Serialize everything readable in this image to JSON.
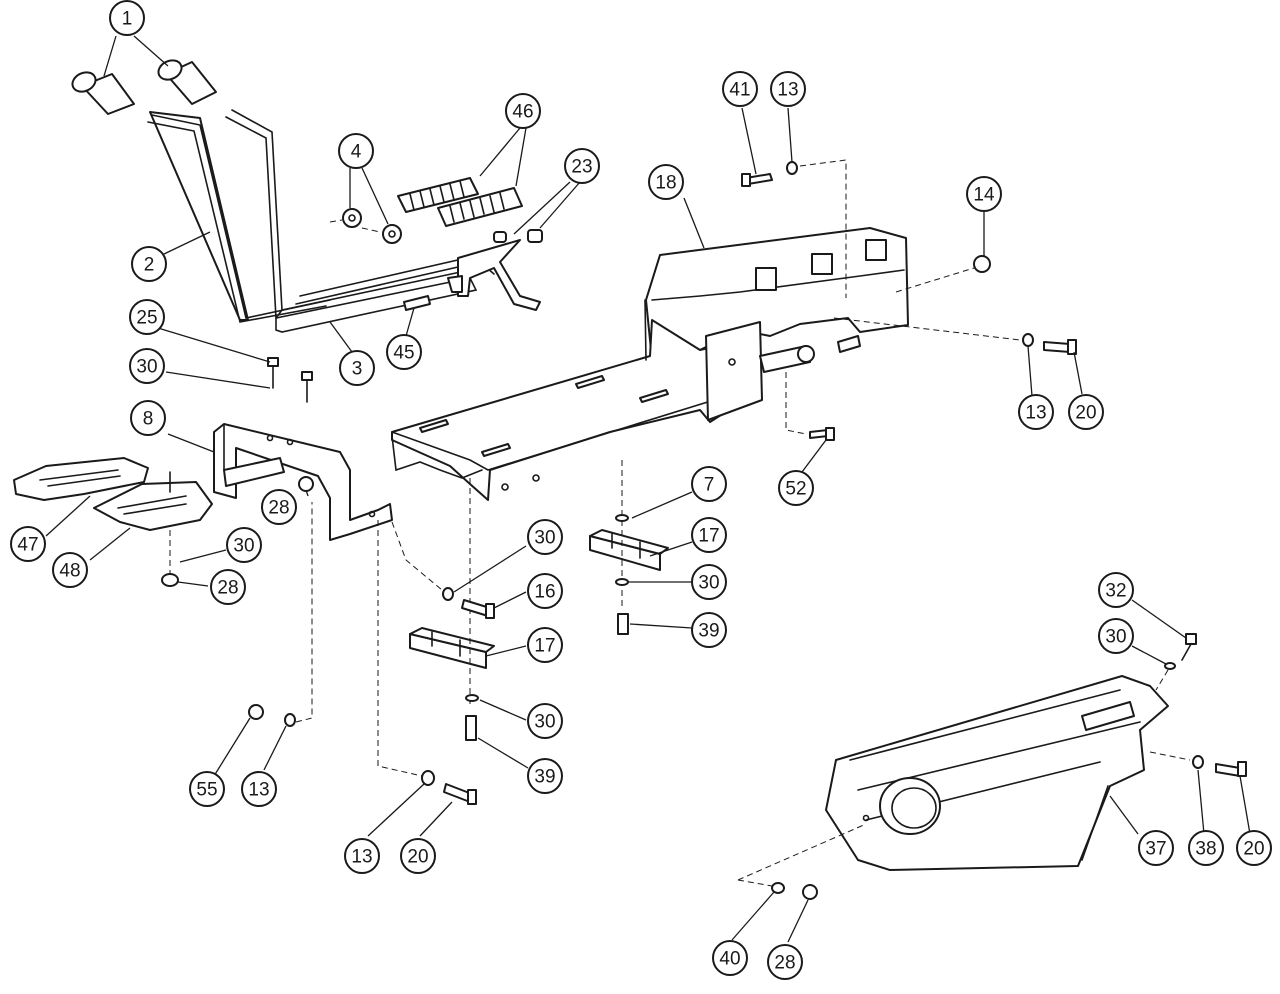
{
  "diagram": {
    "background": "#ffffff",
    "ink": "#1a1a1a",
    "callouts": [
      {
        "id": "c1",
        "label": "1"
      },
      {
        "id": "c2",
        "label": "2"
      },
      {
        "id": "c3",
        "label": "3"
      },
      {
        "id": "c4",
        "label": "4"
      },
      {
        "id": "c46",
        "label": "46"
      },
      {
        "id": "c23",
        "label": "23"
      },
      {
        "id": "c45",
        "label": "45"
      },
      {
        "id": "c25",
        "label": "25"
      },
      {
        "id": "c30a",
        "label": "30"
      },
      {
        "id": "c8",
        "label": "8"
      },
      {
        "id": "c28a",
        "label": "28"
      },
      {
        "id": "c47",
        "label": "47"
      },
      {
        "id": "c48",
        "label": "48"
      },
      {
        "id": "c30b",
        "label": "30"
      },
      {
        "id": "c28b",
        "label": "28"
      },
      {
        "id": "c41",
        "label": "41"
      },
      {
        "id": "c13a",
        "label": "13"
      },
      {
        "id": "c18",
        "label": "18"
      },
      {
        "id": "c14",
        "label": "14"
      },
      {
        "id": "c13b",
        "label": "13"
      },
      {
        "id": "c20a",
        "label": "20"
      },
      {
        "id": "c52",
        "label": "52"
      },
      {
        "id": "c7",
        "label": "7"
      },
      {
        "id": "c17a",
        "label": "17"
      },
      {
        "id": "c30c",
        "label": "30"
      },
      {
        "id": "c39a",
        "label": "39"
      },
      {
        "id": "c30d",
        "label": "30"
      },
      {
        "id": "c16",
        "label": "16"
      },
      {
        "id": "c17b",
        "label": "17"
      },
      {
        "id": "c30e",
        "label": "30"
      },
      {
        "id": "c39b",
        "label": "39"
      },
      {
        "id": "c55",
        "label": "55"
      },
      {
        "id": "c13c",
        "label": "13"
      },
      {
        "id": "c13d",
        "label": "13"
      },
      {
        "id": "c20b",
        "label": "20"
      },
      {
        "id": "c32",
        "label": "32"
      },
      {
        "id": "c30f",
        "label": "30"
      },
      {
        "id": "c37",
        "label": "37"
      },
      {
        "id": "c38",
        "label": "38"
      },
      {
        "id": "c20c",
        "label": "20"
      },
      {
        "id": "c40",
        "label": "40"
      },
      {
        "id": "c28c",
        "label": "28"
      }
    ]
  }
}
